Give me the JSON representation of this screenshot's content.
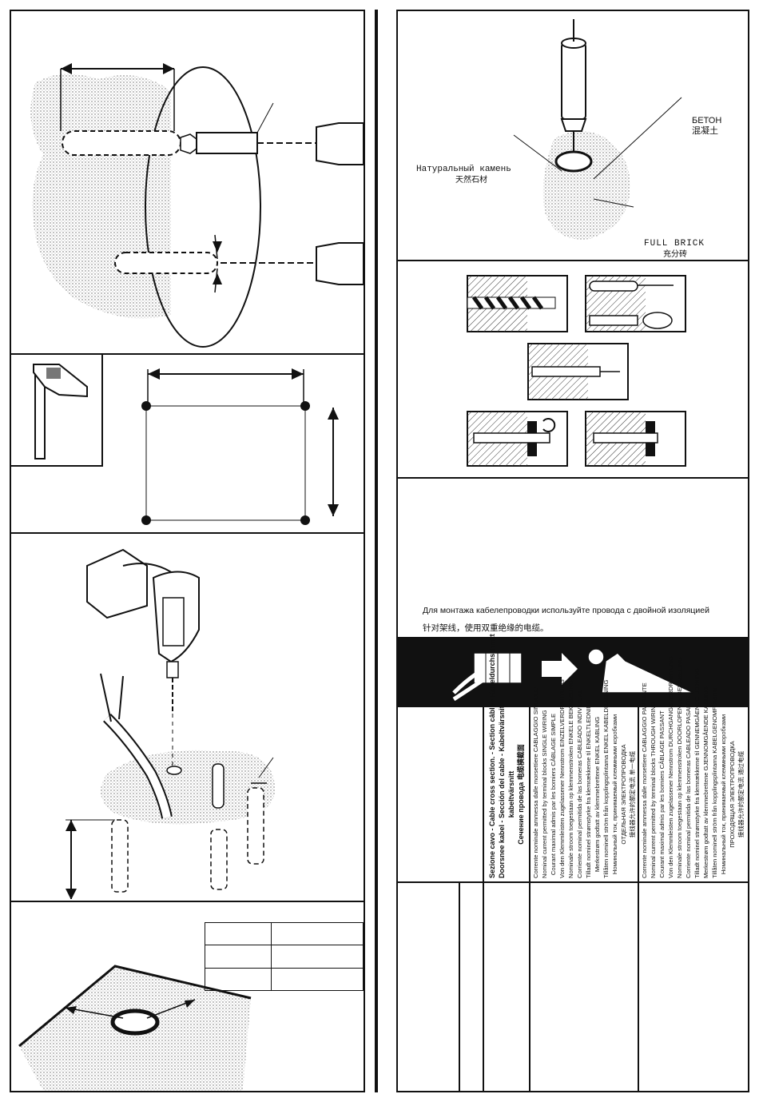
{
  "materials": {
    "concrete": "БЕТОН",
    "concrete_cn": "混凝土",
    "natural_stone": "Натуральный камень",
    "natural_stone_cn": "天然石材",
    "full_brick": "FULL BRICK",
    "full_brick_cn": "充分砖"
  },
  "wiring_note": {
    "ru": "Для монтажа кабелепроводки используйте провода с двойной изоляцией",
    "cn": "针对架线，使用双重绝缘的电缆。"
  },
  "cable_section": {
    "title": [
      "Sezione cavo - Cable cross section. - Section câble - Kabeldurchschnitt",
      "Doorsnee kabel - Sección del cable - Kabeltvärsnit.",
      "kabeltvärsnitt",
      "Сечение провода 电缆横截面"
    ],
    "single": [
      "Corrente nominale ammessa dalle morsettiere CABLAGGIO SINGOLO",
      "Nominal current permitted by terminal blocks SINGLE WIRING",
      "Courant maximal admis par les borniers CÂBLAGE SIMPLE",
      "Von den Klemmleisten zugelassener Nennstrom EINZELVERDRAHTUNG",
      "Nominale stroom toegestaan op klemmenstroken ENKELE BEKABELING",
      "Corriente nominal permitida de las borneras CABLEADO INDIVIDUAL",
      "Tilladt nominel strømstyrke fra klemrækkerne til ENKELTLEDNING",
      "Merkestrøm godtatt av klemmebrettene ENKEL KABLING",
      "Tillåten nominell ström från kopplingsplintarna ENKEL KABELDRAGNING",
      "Номинальный ток, принимаемый клеммными коробками",
      "ОТДЕЛЬНАЯ ЭЛЕКТРОПРОВОДКА",
      "接线器允许的额定电流  单一电缆"
    ],
    "through": [
      "Corrente nominale ammessa dalle morsettiere CABLAGGIO PASSANTE",
      "Nominal current permitted by terminal blocks THROUGH WIRING",
      "Courant maximal admis par les borniers CÂBLAGE PASSANT",
      "Von den Klemmleisten zugelassener Nennstrom DURCHGANGSVERDRAHTUNG",
      "Nominale stroom toegestaan op klemmenstroken DOORLOPENDE BEKABELING",
      "Corriente nominal permitida de las borneras CABLEADO PASANTE",
      "Tilladt nominel strømstyrke fra klemrækkerne til GENNEMGÅENDE LEDNING",
      "Merkestrøm godtatt av klemmebrettene GJENNOMGÅENDE KABLING",
      "Tillåten nominell ström från kopplingsplintarna KABELGENOMFÖRING",
      "Номинальный ток, принимаемый клеммными коробками",
      "ПРОХОДЯЩАЯ ЭЛЕКТРОПРОВОДКА",
      "接线器允许的额定电流  通过电缆"
    ]
  }
}
